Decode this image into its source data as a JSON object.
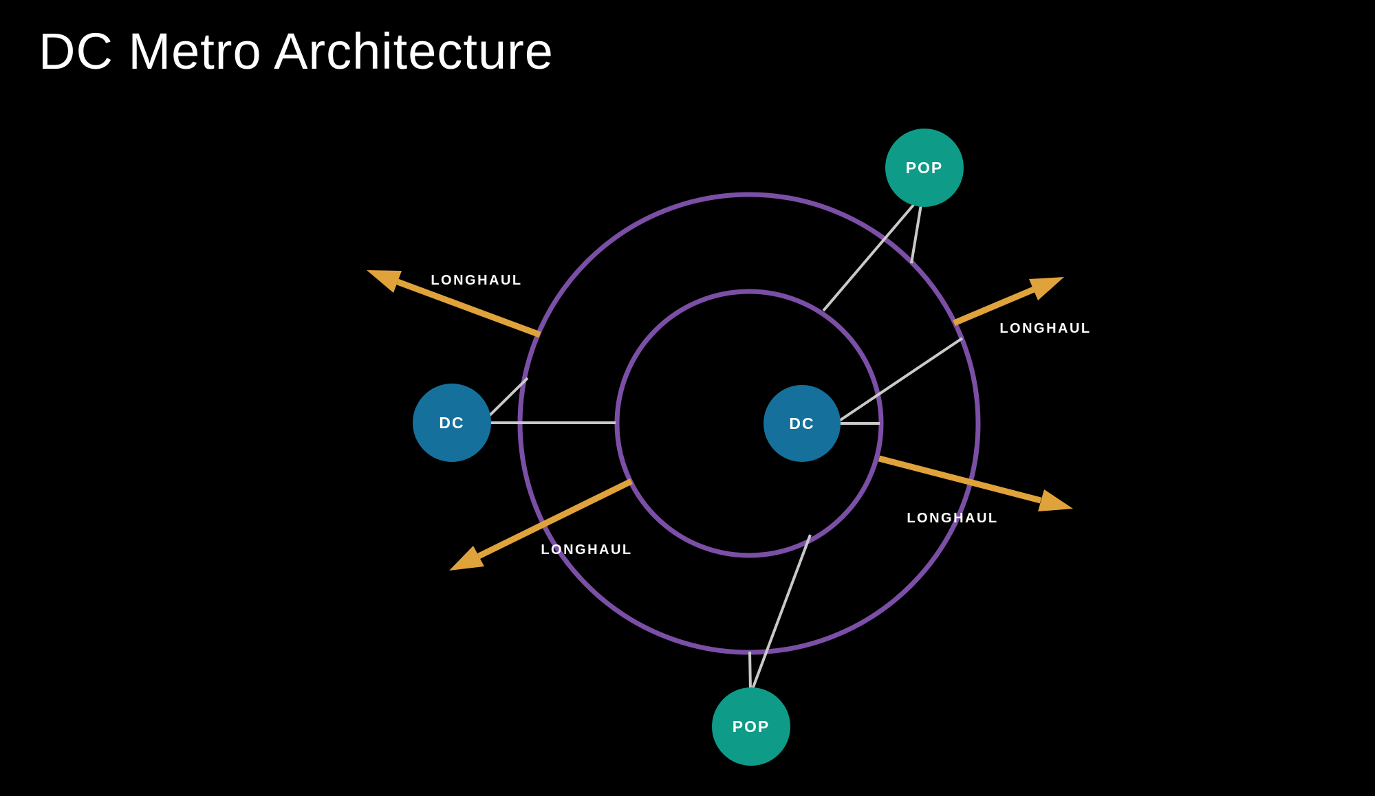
{
  "title": "DC Metro Architecture",
  "colors": {
    "background": "#000000",
    "title_text": "#FFFFFF",
    "ring": "#7B4FA6",
    "dc_node": "#15719C",
    "pop_node": "#0E9B87",
    "node_text": "#FFFFFF",
    "arrow": "#E0A33C",
    "link": "#C9C9C9",
    "label_text": "#FFFFFF"
  },
  "diagram": {
    "nodes": {
      "dc_left": {
        "label": "DC"
      },
      "dc_center": {
        "label": "DC"
      },
      "pop_top": {
        "label": "POP"
      },
      "pop_bottom": {
        "label": "POP"
      }
    },
    "arrows": {
      "upper_left": {
        "label": "LONGHAUL"
      },
      "upper_right": {
        "label": "LONGHAUL"
      },
      "lower_right": {
        "label": "LONGHAUL"
      },
      "lower_left": {
        "label": "LONGHAUL"
      }
    }
  }
}
